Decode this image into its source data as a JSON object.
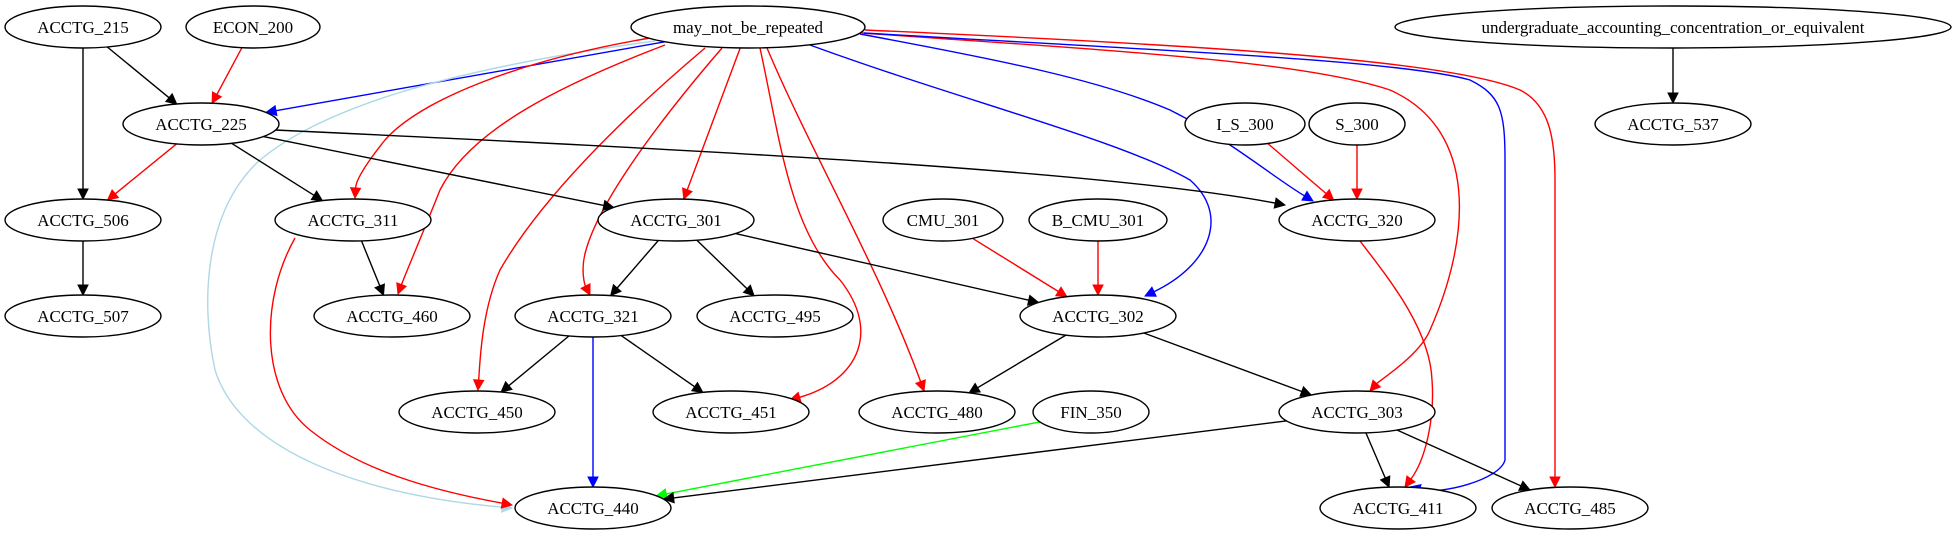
{
  "graph": {
    "nodes": [
      {
        "id": "ACCTG_215",
        "label": "ACCTG_215"
      },
      {
        "id": "ECON_200",
        "label": "ECON_200"
      },
      {
        "id": "may_not_be_repeated",
        "label": "may_not_be_repeated"
      },
      {
        "id": "undergrad",
        "label": "undergraduate_accounting_concentration_or_equivalent"
      },
      {
        "id": "ACCTG_225",
        "label": "ACCTG_225"
      },
      {
        "id": "I_S_300",
        "label": "I_S_300"
      },
      {
        "id": "S_300",
        "label": "S_300"
      },
      {
        "id": "ACCTG_537",
        "label": "ACCTG_537"
      },
      {
        "id": "ACCTG_506",
        "label": "ACCTG_506"
      },
      {
        "id": "ACCTG_311",
        "label": "ACCTG_311"
      },
      {
        "id": "ACCTG_301",
        "label": "ACCTG_301"
      },
      {
        "id": "CMU_301",
        "label": "CMU_301"
      },
      {
        "id": "B_CMU_301",
        "label": "B_CMU_301"
      },
      {
        "id": "ACCTG_320",
        "label": "ACCTG_320"
      },
      {
        "id": "ACCTG_507",
        "label": "ACCTG_507"
      },
      {
        "id": "ACCTG_460",
        "label": "ACCTG_460"
      },
      {
        "id": "ACCTG_321",
        "label": "ACCTG_321"
      },
      {
        "id": "ACCTG_495",
        "label": "ACCTG_495"
      },
      {
        "id": "ACCTG_302",
        "label": "ACCTG_302"
      },
      {
        "id": "ACCTG_450",
        "label": "ACCTG_450"
      },
      {
        "id": "ACCTG_451",
        "label": "ACCTG_451"
      },
      {
        "id": "ACCTG_480",
        "label": "ACCTG_480"
      },
      {
        "id": "FIN_350",
        "label": "FIN_350"
      },
      {
        "id": "ACCTG_303",
        "label": "ACCTG_303"
      },
      {
        "id": "ACCTG_440",
        "label": "ACCTG_440"
      },
      {
        "id": "ACCTG_411",
        "label": "ACCTG_411"
      },
      {
        "id": "ACCTG_485",
        "label": "ACCTG_485"
      }
    ],
    "edges": [
      {
        "from": "ACCTG_215",
        "to": "ACCTG_225",
        "color": "#000000"
      },
      {
        "from": "ACCTG_215",
        "to": "ACCTG_506",
        "color": "#000000"
      },
      {
        "from": "ECON_200",
        "to": "ACCTG_225",
        "color": "#ff0000"
      },
      {
        "from": "may_not_be_repeated",
        "to": "ACCTG_225",
        "color": "#0000ff"
      },
      {
        "from": "may_not_be_repeated",
        "to": "ACCTG_440",
        "color": "#add8e6"
      },
      {
        "from": "may_not_be_repeated",
        "to": "ACCTG_311",
        "color": "#ff0000"
      },
      {
        "from": "may_not_be_repeated",
        "to": "ACCTG_460",
        "color": "#ff0000"
      },
      {
        "from": "may_not_be_repeated",
        "to": "ACCTG_450",
        "color": "#ff0000"
      },
      {
        "from": "may_not_be_repeated",
        "to": "ACCTG_321",
        "color": "#ff0000"
      },
      {
        "from": "may_not_be_repeated",
        "to": "ACCTG_301",
        "color": "#ff0000"
      },
      {
        "from": "may_not_be_repeated",
        "to": "ACCTG_451",
        "color": "#ff0000"
      },
      {
        "from": "may_not_be_repeated",
        "to": "ACCTG_480",
        "color": "#ff0000"
      },
      {
        "from": "may_not_be_repeated",
        "to": "ACCTG_302",
        "color": "#0000ff"
      },
      {
        "from": "may_not_be_repeated",
        "to": "ACCTG_320",
        "color": "#0000ff"
      },
      {
        "from": "may_not_be_repeated",
        "to": "ACCTG_303",
        "color": "#ff0000"
      },
      {
        "from": "may_not_be_repeated",
        "to": "ACCTG_411",
        "color": "#0000ff"
      },
      {
        "from": "may_not_be_repeated",
        "to": "ACCTG_485",
        "color": "#ff0000"
      },
      {
        "from": "undergrad",
        "to": "ACCTG_537",
        "color": "#000000"
      },
      {
        "from": "ACCTG_225",
        "to": "ACCTG_506",
        "color": "#ff0000"
      },
      {
        "from": "ACCTG_225",
        "to": "ACCTG_311",
        "color": "#000000"
      },
      {
        "from": "ACCTG_225",
        "to": "ACCTG_301",
        "color": "#000000"
      },
      {
        "from": "ACCTG_225",
        "to": "ACCTG_320",
        "color": "#000000"
      },
      {
        "from": "I_S_300",
        "to": "ACCTG_320",
        "color": "#ff0000"
      },
      {
        "from": "S_300",
        "to": "ACCTG_320",
        "color": "#ff0000"
      },
      {
        "from": "ACCTG_506",
        "to": "ACCTG_507",
        "color": "#000000"
      },
      {
        "from": "ACCTG_311",
        "to": "ACCTG_460",
        "color": "#000000"
      },
      {
        "from": "ACCTG_311",
        "to": "ACCTG_440",
        "color": "#ff0000"
      },
      {
        "from": "ACCTG_301",
        "to": "ACCTG_321",
        "color": "#000000"
      },
      {
        "from": "ACCTG_301",
        "to": "ACCTG_495",
        "color": "#000000"
      },
      {
        "from": "ACCTG_301",
        "to": "ACCTG_302",
        "color": "#000000"
      },
      {
        "from": "CMU_301",
        "to": "ACCTG_302",
        "color": "#ff0000"
      },
      {
        "from": "B_CMU_301",
        "to": "ACCTG_302",
        "color": "#ff0000"
      },
      {
        "from": "ACCTG_320",
        "to": "ACCTG_411",
        "color": "#ff0000"
      },
      {
        "from": "ACCTG_321",
        "to": "ACCTG_450",
        "color": "#000000"
      },
      {
        "from": "ACCTG_321",
        "to": "ACCTG_451",
        "color": "#000000"
      },
      {
        "from": "ACCTG_321",
        "to": "ACCTG_440",
        "color": "#0000ff"
      },
      {
        "from": "ACCTG_302",
        "to": "ACCTG_480",
        "color": "#000000"
      },
      {
        "from": "ACCTG_302",
        "to": "ACCTG_303",
        "color": "#000000"
      },
      {
        "from": "FIN_350",
        "to": "ACCTG_440",
        "color": "#00ff00"
      },
      {
        "from": "ACCTG_303",
        "to": "ACCTG_440",
        "color": "#000000"
      },
      {
        "from": "ACCTG_303",
        "to": "ACCTG_411",
        "color": "#000000"
      },
      {
        "from": "ACCTG_303",
        "to": "ACCTG_485",
        "color": "#000000"
      }
    ]
  }
}
